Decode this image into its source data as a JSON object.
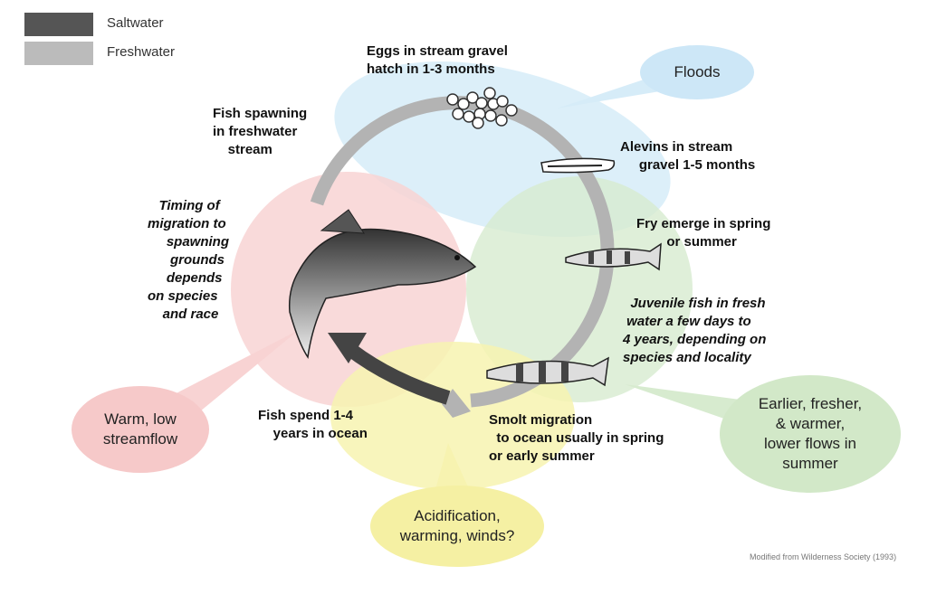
{
  "legend": [
    {
      "label": "Saltwater",
      "color": "#555555"
    },
    {
      "label": "Freshwater",
      "color": "#bbbbbb"
    }
  ],
  "stages": {
    "eggs": "Eggs in stream gravel\nhatch in 1-3 months",
    "alevins": "Alevins in stream\n     gravel 1-5 months",
    "fry": "Fry emerge in spring\n        or summer",
    "juvenile": "  Juvenile fish in fresh\n water a few days to\n4 years, depending on\nspecies and locality",
    "smolt": "Smolt migration\n  to ocean usually in spring\nor early summer",
    "ocean": "Fish spend 1-4\n    years in ocean",
    "spawning": "Fish spawning\nin freshwater\n    stream",
    "timing": "   Timing of\nmigration to\n     spawning\n      grounds\n     depends\non species\n    and race"
  },
  "callouts": {
    "floods": "Floods",
    "warm": "Warm, low\nstreamflow",
    "earlier": "Earlier, fresher,\n& warmer,\nlower flows in\nsummer",
    "acid": "Acidification,\nwarming, winds?"
  },
  "credit": "Modified from Wilderness Society (1993)",
  "colors": {
    "blue": "#d6ecf8",
    "pink": "#f8d3d3",
    "green": "#d7ebcf",
    "yellow": "#f7f3b0"
  }
}
